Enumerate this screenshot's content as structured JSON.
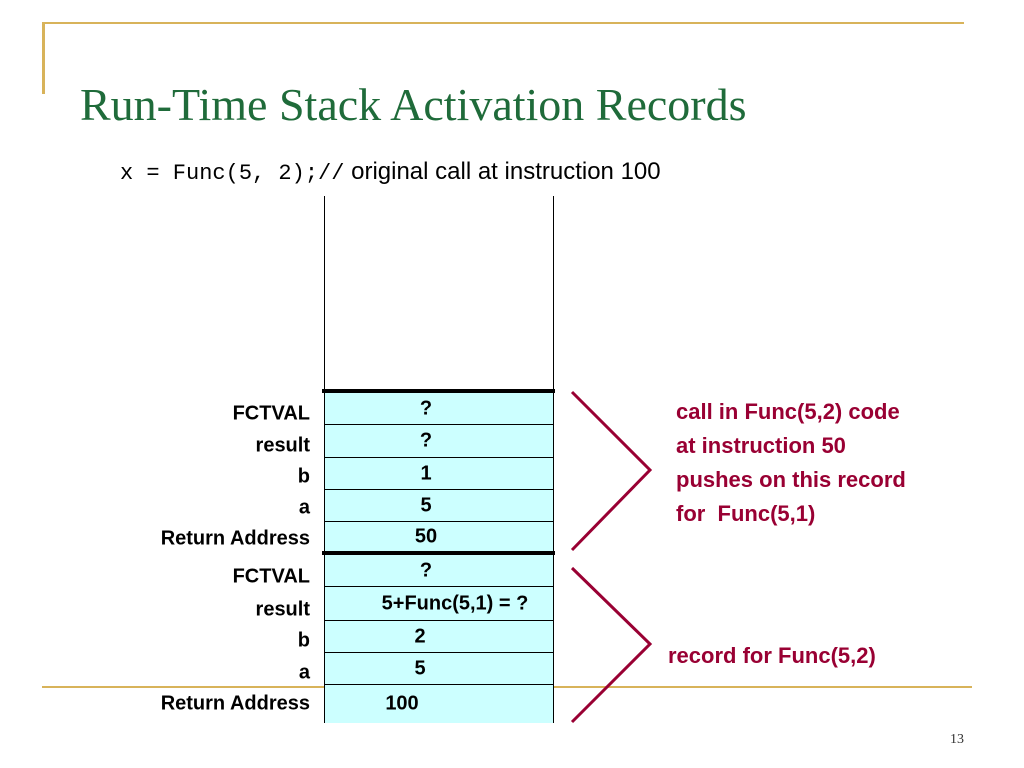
{
  "slide": {
    "title": "Run-Time Stack Activation Records",
    "code_text": "x = Func(5, 2);//",
    "code_comment": " original call at instruction 100",
    "page_number": "13"
  },
  "stack": {
    "records": [
      {
        "cells": [
          {
            "label": "FCTVAL",
            "value": "?"
          },
          {
            "label": "result",
            "value": "?"
          },
          {
            "label": "b",
            "value": "1"
          },
          {
            "label": "a",
            "value": "5"
          },
          {
            "label": "Return Address",
            "value": "50"
          }
        ],
        "note_lines": [
          "call in Func(5,2) code",
          "at instruction 50",
          "pushes on this record",
          "for  Func(5,1)"
        ]
      },
      {
        "cells": [
          {
            "label": "FCTVAL",
            "value": "?"
          },
          {
            "label": "result",
            "value": "5+Func(5,1) = ?"
          },
          {
            "label": "b",
            "value": "2"
          },
          {
            "label": "a",
            "value": "5"
          },
          {
            "label": "Return Address",
            "value": "100"
          }
        ],
        "note_lines": [
          "record for Func(5,2)"
        ]
      }
    ]
  },
  "colors": {
    "title": "#1f6b3a",
    "cell_fill": "#ccffff",
    "note": "#990033",
    "brace": "#990033",
    "accent_line": "#d8b35a"
  }
}
